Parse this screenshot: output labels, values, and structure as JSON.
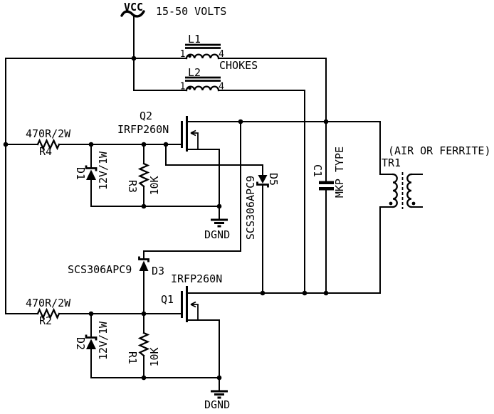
{
  "power": {
    "net": "VCC",
    "range": "15-50 VOLTS"
  },
  "chokes": {
    "label": "CHOKES",
    "l1": {
      "ref": "L1",
      "pin1": "1",
      "pin2": "4"
    },
    "l2": {
      "ref": "L2",
      "pin1": "1",
      "pin2": "4"
    }
  },
  "mosfets": {
    "q2": {
      "ref": "Q2",
      "part": "IRFP260N"
    },
    "q1": {
      "ref": "Q1",
      "part": "IRFP260N"
    }
  },
  "gate_resistors": {
    "r4": {
      "ref": "R4",
      "value": "470R/2W"
    },
    "r2": {
      "ref": "R2",
      "value": "470R/2W"
    }
  },
  "zeners": {
    "d1": {
      "ref": "D1",
      "value": "12V/1W"
    },
    "d2": {
      "ref": "D2",
      "value": "12V/1W"
    }
  },
  "pulldown_resistors": {
    "r3": {
      "ref": "R3",
      "value": "10K"
    },
    "r1": {
      "ref": "R1",
      "value": "10K"
    }
  },
  "cross_diodes": {
    "d5": {
      "ref": "D5",
      "part": "SCS306APC9"
    },
    "d3": {
      "ref": "D3",
      "part": "SCS306APC9"
    }
  },
  "capacitor": {
    "ref": "C1",
    "value": "MKP TYPE"
  },
  "transformer": {
    "ref": "TR1",
    "note": "(AIR OR FERRITE)"
  },
  "grounds": {
    "upper": "DGND",
    "lower": "DGND"
  },
  "colors": {
    "ink": "#000000",
    "background": "#ffffff"
  }
}
